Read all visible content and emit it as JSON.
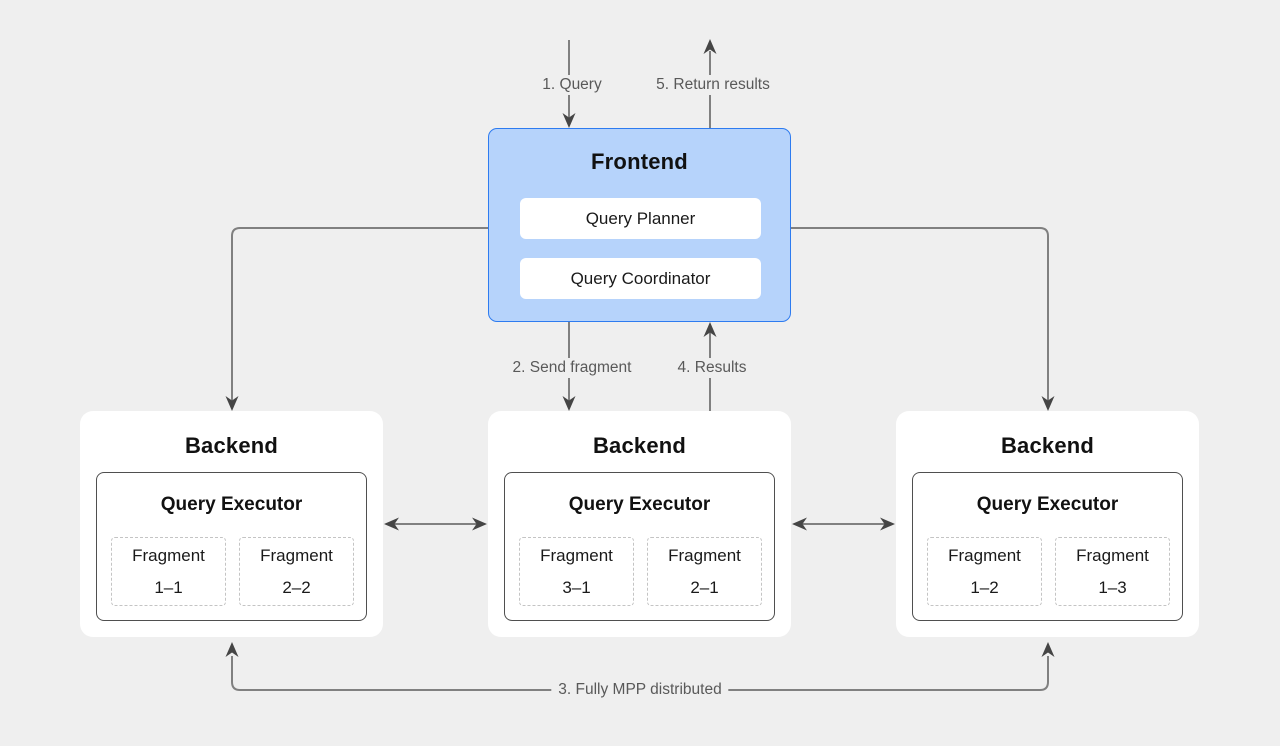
{
  "diagram": {
    "frontend": {
      "title": "Frontend",
      "planner": "Query Planner",
      "coordinator": "Query Coordinator"
    },
    "backends": [
      {
        "title": "Backend",
        "executor": "Query Executor",
        "fragments": [
          {
            "line1": "Fragment",
            "line2": "1–1"
          },
          {
            "line1": "Fragment",
            "line2": "2–2"
          }
        ]
      },
      {
        "title": "Backend",
        "executor": "Query Executor",
        "fragments": [
          {
            "line1": "Fragment",
            "line2": "3–1"
          },
          {
            "line1": "Fragment",
            "line2": "2–1"
          }
        ]
      },
      {
        "title": "Backend",
        "executor": "Query Executor",
        "fragments": [
          {
            "line1": "Fragment",
            "line2": "1–2"
          },
          {
            "line1": "Fragment",
            "line2": "1–3"
          }
        ]
      }
    ],
    "labels": {
      "query": "1. Query",
      "send_fragment": "2. Send fragment",
      "mpp": "3. Fully MPP distributed",
      "results": "4. Results",
      "return_results": "5. Return results"
    },
    "colors": {
      "background": "#efefef",
      "frontend_fill": "#b6d3fb",
      "frontend_border": "#2d7bf0",
      "box_fill": "#ffffff",
      "executor_border": "#4f4f4f",
      "fragment_border": "#c4c4c4",
      "wire_line": "#808080",
      "arrowhead": "#454545",
      "label_text": "#595959",
      "title_text": "#111111"
    }
  }
}
